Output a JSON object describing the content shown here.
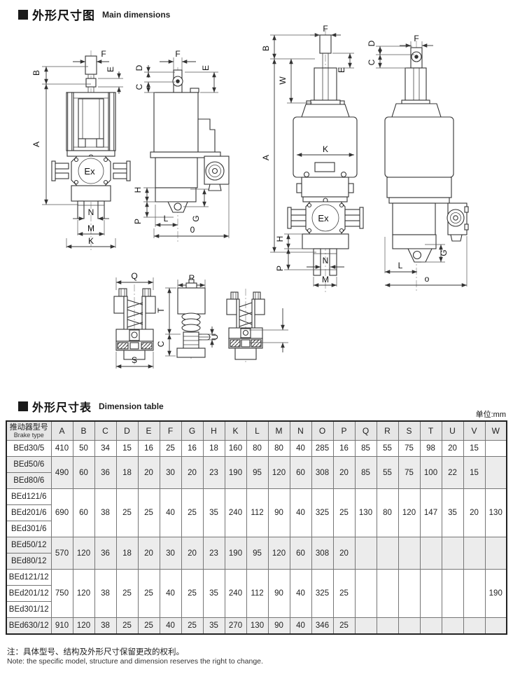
{
  "sections": {
    "dims_title_zh": "外形尺寸图",
    "dims_title_en": "Main dimensions",
    "table_title_zh": "外形尺寸表",
    "table_title_en": "Dimension table",
    "unit": "单位:mm"
  },
  "dim_labels": {
    "A": "A",
    "B": "B",
    "C": "C",
    "D": "D",
    "E": "E",
    "F": "F",
    "G": "G",
    "H": "H",
    "K": "K",
    "L": "L",
    "M": "M",
    "N": "N",
    "O": "0",
    "o": "o",
    "P": "P",
    "Q": "Q",
    "R": "R",
    "S": "S",
    "T": "T",
    "U": "U",
    "W": "W",
    "Ex": "Ex"
  },
  "table": {
    "type_header_zh": "推动器型号",
    "type_header_en": "Brake type",
    "columns": [
      "A",
      "B",
      "C",
      "D",
      "E",
      "F",
      "G",
      "H",
      "K",
      "L",
      "M",
      "N",
      "O",
      "P",
      "Q",
      "R",
      "S",
      "T",
      "U",
      "V",
      "W"
    ],
    "groups": [
      {
        "types": [
          "BEd30/5"
        ],
        "values": [
          "410",
          "50",
          "34",
          "15",
          "16",
          "25",
          "16",
          "18",
          "160",
          "80",
          "80",
          "40",
          "285",
          "16",
          "85",
          "55",
          "75",
          "98",
          "20",
          "15",
          ""
        ]
      },
      {
        "types": [
          "BEd50/6",
          "BEd80/6"
        ],
        "values": [
          "490",
          "60",
          "36",
          "18",
          "20",
          "30",
          "20",
          "23",
          "190",
          "95",
          "120",
          "60",
          "308",
          "20",
          "85",
          "55",
          "75",
          "100",
          "22",
          "15",
          ""
        ]
      },
      {
        "types": [
          "BEd121/6",
          "BEd201/6",
          "BEd301/6"
        ],
        "values": [
          "690",
          "60",
          "38",
          "25",
          "25",
          "40",
          "25",
          "35",
          "240",
          "112",
          "90",
          "40",
          "325",
          "25",
          "130",
          "80",
          "120",
          "147",
          "35",
          "20",
          "130"
        ]
      },
      {
        "types": [
          "BEd50/12",
          "BEd80/12"
        ],
        "values": [
          "570",
          "120",
          "36",
          "18",
          "20",
          "30",
          "20",
          "23",
          "190",
          "95",
          "120",
          "60",
          "308",
          "20",
          "",
          "",
          "",
          "",
          "",
          "",
          ""
        ]
      },
      {
        "types": [
          "BEd121/12",
          "BEd201/12",
          "BEd301/12"
        ],
        "values": [
          "750",
          "120",
          "38",
          "25",
          "25",
          "40",
          "25",
          "35",
          "240",
          "112",
          "90",
          "40",
          "325",
          "25",
          "",
          "",
          "",
          "",
          "",
          "",
          "190"
        ]
      },
      {
        "types": [
          "BEd630/12"
        ],
        "values": [
          "910",
          "120",
          "38",
          "25",
          "25",
          "40",
          "25",
          "35",
          "270",
          "130",
          "90",
          "40",
          "346",
          "25",
          "",
          "",
          "",
          "",
          "",
          "",
          ""
        ]
      }
    ]
  },
  "notes": {
    "zh": "注：具体型号、结构及外形尺寸保留更改的权利。",
    "en": "Note: the specific model, structure and dimension reserves the right to change."
  }
}
